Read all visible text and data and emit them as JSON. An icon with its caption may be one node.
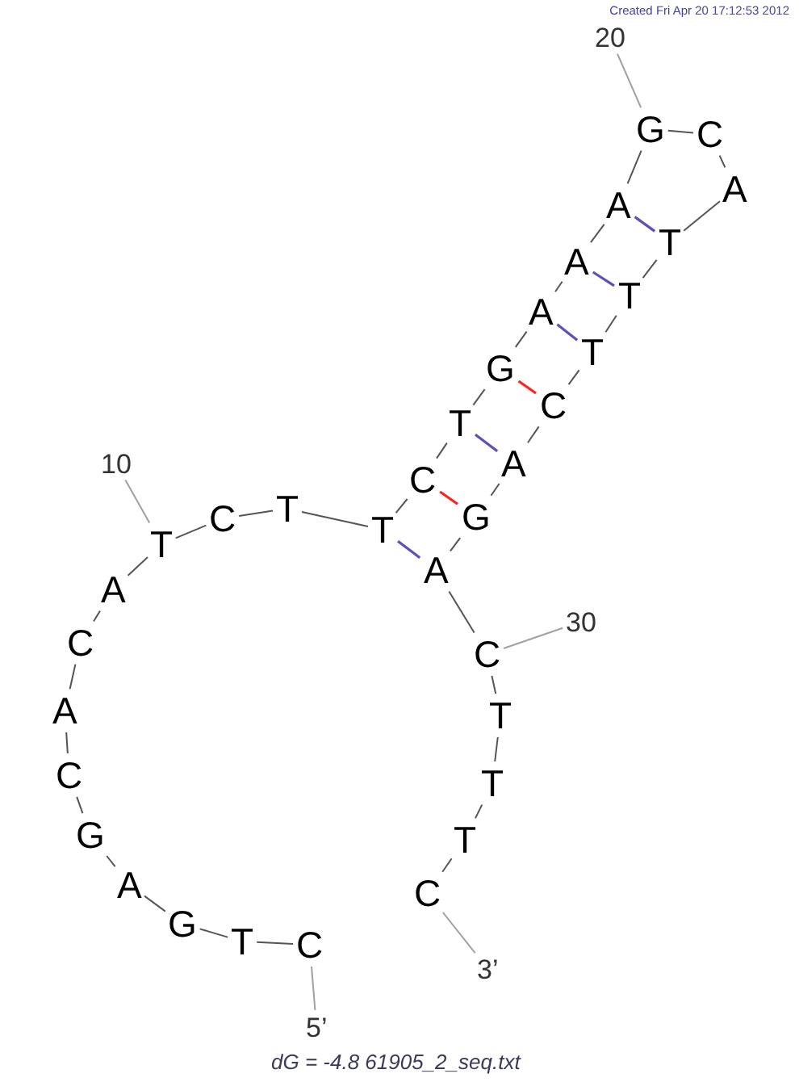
{
  "diagram": {
    "caption": "dG = -4.8 61905_2_seq.txt",
    "nodes": [
      {
        "text": [
          "C"
        ]
      },
      {
        "text": [
          "T"
        ]
      },
      {
        "text": [
          "G"
        ]
      },
      {
        "text": [
          "A"
        ]
      },
      {
        "text": [
          "G"
        ]
      },
      {
        "text": [
          "C"
        ]
      },
      {
        "text": [
          "A"
        ]
      },
      {
        "text": [
          "C"
        ]
      },
      {
        "text": [
          "A"
        ]
      },
      {
        "text": [
          "T"
        ]
      },
      {
        "text": [
          "C"
        ]
      },
      {
        "text": [
          "T"
        ]
      },
      {
        "text": [
          "T"
        ]
      },
      {
        "text": [
          "C"
        ]
      },
      {
        "text": [
          "T"
        ]
      },
      {
        "text": [
          "G"
        ]
      },
      {
        "text": [
          "A"
        ]
      },
      {
        "text": [
          "A"
        ]
      },
      {
        "text": [
          "A"
        ]
      },
      {
        "text": [
          "G"
        ]
      },
      {
        "text": [
          "C"
        ]
      },
      {
        "text": [
          "A"
        ]
      },
      {
        "text": [
          "T"
        ]
      },
      {
        "text": [
          "T"
        ]
      },
      {
        "text": [
          "T"
        ]
      },
      {
        "text": [
          "C"
        ]
      },
      {
        "text": [
          "A"
        ]
      },
      {
        "text": [
          "G"
        ]
      },
      {
        "text": [
          "A"
        ]
      },
      {
        "text": [
          "C"
        ]
      },
      {
        "text": [
          "T"
        ]
      },
      {
        "text": [
          "T"
        ]
      },
      {
        "text": [
          "T"
        ]
      },
      {
        "text": [
          "C"
        ]
      },
      {
        "text": [
          "5’"
        ]
      },
      {
        "text": [
          "10"
        ]
      },
      {
        "text": [
          "20"
        ]
      },
      {
        "text": [
          "30"
        ]
      },
      {
        "text": [
          "3’"
        ]
      }
    ],
    "edges": [
      {
        "from": 0,
        "to": 1,
        "arrow": "none"
      },
      {
        "from": 1,
        "to": 2,
        "arrow": "none"
      },
      {
        "from": 2,
        "to": 3,
        "arrow": "none"
      },
      {
        "from": 3,
        "to": 4,
        "arrow": "none"
      },
      {
        "from": 4,
        "to": 5,
        "arrow": "none"
      },
      {
        "from": 5,
        "to": 6,
        "arrow": "none"
      },
      {
        "from": 6,
        "to": 7,
        "arrow": "none"
      },
      {
        "from": 7,
        "to": 8,
        "arrow": "none"
      },
      {
        "from": 8,
        "to": 9,
        "arrow": "none"
      },
      {
        "from": 9,
        "to": 10,
        "arrow": "none"
      },
      {
        "from": 10,
        "to": 11,
        "arrow": "none"
      },
      {
        "from": 11,
        "to": 12,
        "arrow": "none"
      },
      {
        "from": 12,
        "to": 13,
        "arrow": "none"
      },
      {
        "from": 13,
        "to": 14,
        "arrow": "none"
      },
      {
        "from": 14,
        "to": 15,
        "arrow": "none"
      },
      {
        "from": 15,
        "to": 16,
        "arrow": "none"
      },
      {
        "from": 16,
        "to": 17,
        "arrow": "none"
      },
      {
        "from": 17,
        "to": 18,
        "arrow": "none"
      },
      {
        "from": 18,
        "to": 19,
        "arrow": "none"
      },
      {
        "from": 19,
        "to": 20,
        "arrow": "none"
      },
      {
        "from": 20,
        "to": 21,
        "arrow": "none"
      },
      {
        "from": 21,
        "to": 22,
        "arrow": "none"
      },
      {
        "from": 22,
        "to": 23,
        "arrow": "none"
      },
      {
        "from": 23,
        "to": 24,
        "arrow": "none"
      },
      {
        "from": 24,
        "to": 25,
        "arrow": "none"
      },
      {
        "from": 25,
        "to": 26,
        "arrow": "none"
      },
      {
        "from": 26,
        "to": 27,
        "arrow": "none"
      },
      {
        "from": 27,
        "to": 28,
        "arrow": "none"
      },
      {
        "from": 28,
        "to": 29,
        "arrow": "none"
      },
      {
        "from": 29,
        "to": 30,
        "arrow": "none"
      },
      {
        "from": 30,
        "to": 31,
        "arrow": "none"
      },
      {
        "from": 31,
        "to": 32,
        "arrow": "none"
      },
      {
        "from": 32,
        "to": 33,
        "arrow": "none"
      },
      {
        "from": 12,
        "to": 28,
        "arrow": "none",
        "color": "#5a50b8"
      },
      {
        "from": 13,
        "to": 27,
        "arrow": "none",
        "color": "#ff2020"
      },
      {
        "from": 14,
        "to": 26,
        "arrow": "none",
        "color": "#5a50b8"
      },
      {
        "from": 15,
        "to": 25,
        "arrow": "none",
        "color": "#ff2020"
      },
      {
        "from": 16,
        "to": 24,
        "arrow": "none",
        "color": "#5a50b8"
      },
      {
        "from": 17,
        "to": 23,
        "arrow": "none",
        "color": "#5a50b8"
      },
      {
        "from": 18,
        "to": 22,
        "arrow": "none",
        "color": "#5a50b8"
      },
      {
        "from": 34,
        "to": 0,
        "arrow": "none",
        "color": "#a0a0a0"
      },
      {
        "from": 35,
        "to": 9,
        "arrow": "none",
        "color": "#a0a0a0"
      },
      {
        "from": 36,
        "to": 19,
        "arrow": "none",
        "color": "#a0a0a0"
      },
      {
        "from": 37,
        "to": 29,
        "arrow": "none",
        "color": "#a0a0a0"
      },
      {
        "from": 38,
        "to": 33,
        "arrow": "none",
        "color": "#a0a0a0"
      }
    ],
    "labels": [
      "Created Fri Apr 20 17:12:53 2012"
    ]
  }
}
